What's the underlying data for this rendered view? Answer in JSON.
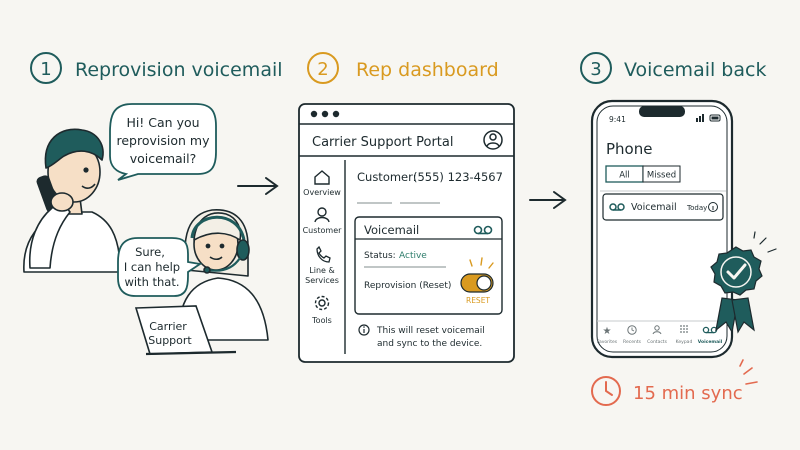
{
  "steps": [
    {
      "number": "1",
      "title": "Reprovision voicemail",
      "color": "#1f5c5c"
    },
    {
      "number": "2",
      "title": "Rep dashboard",
      "color": "#d99a20"
    },
    {
      "number": "3",
      "title": "Voicemail back",
      "color": "#1f5c5c"
    }
  ],
  "customer_bubble": [
    "Hi! Can you",
    "reprovision my",
    "voicemail?"
  ],
  "rep_bubble": [
    "Sure,",
    "I can help",
    "with that."
  ],
  "laptop_label": [
    "Carrier",
    "Support"
  ],
  "portal": {
    "title": "Carrier Support Portal",
    "nav": [
      {
        "label": "Overview",
        "icon": "home-icon"
      },
      {
        "label": "Customer",
        "icon": "user-icon"
      },
      {
        "label": "Line &",
        "label2": "Services",
        "icon": "phone-icon"
      },
      {
        "label": "Tools",
        "icon": "gear-icon"
      }
    ],
    "customer_label": "Customer:",
    "customer_number": "(555) 123-4567",
    "card_title": "Voicemail",
    "status_label": "Status:",
    "status_value": "Active",
    "reprovision_label": "Reprovision (Reset)",
    "reset_label": "RESET",
    "info_lines": [
      "This will reset voicemail",
      "and sync to the device."
    ]
  },
  "phone": {
    "time": "9:41",
    "title": "Phone",
    "tabs": [
      "All",
      "Missed"
    ],
    "active_tab": "All",
    "item_label": "Voicemail",
    "item_time": "Today",
    "bottom_tabs": [
      "Favorites",
      "Recents",
      "Contacts",
      "Keypad",
      "Voicemail"
    ],
    "active_bottom_tab": "Voicemail"
  },
  "sync": {
    "label": "15 min sync"
  },
  "colors": {
    "teal": "#1f5c5c",
    "gold": "#d99a20",
    "coral": "#e36a4f",
    "ink": "#1d2a2e",
    "skin": "#f6dfc6",
    "active_green": "#2e7d6b"
  }
}
